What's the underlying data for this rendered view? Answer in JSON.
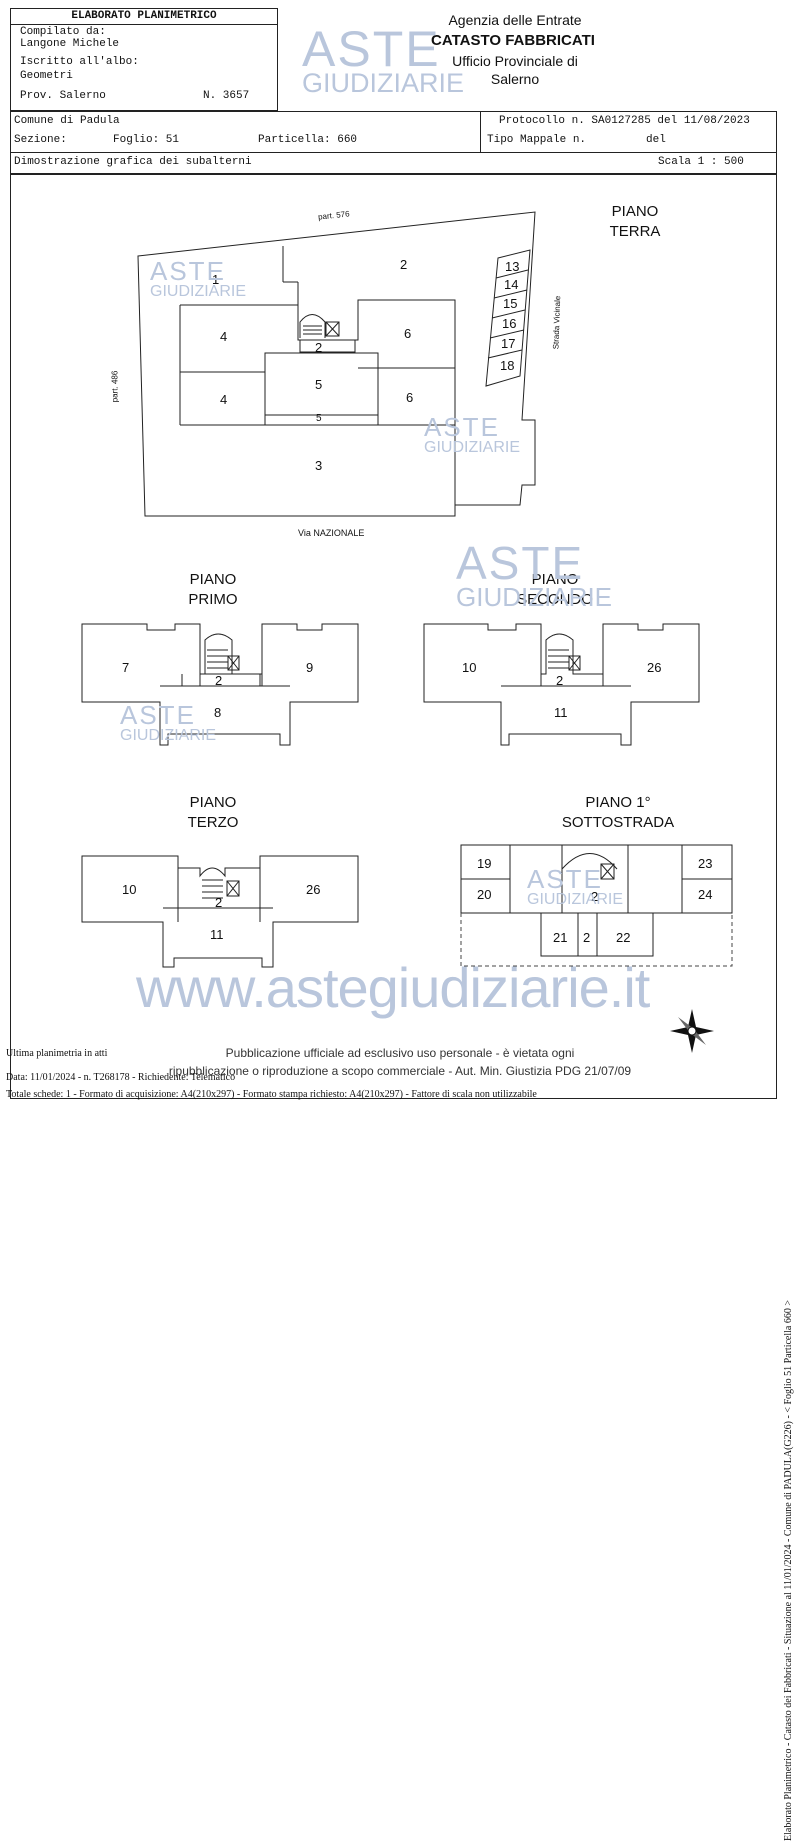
{
  "header": {
    "title": "ELABORATO PLANIMETRICO",
    "compiled_label": "Compilato da:",
    "compiled_name": "Langone Michele",
    "registered_label": "Iscritto all'albo:",
    "registered_value": "Geometri",
    "province": "Prov. Salerno",
    "number": "N. 3657",
    "agency_line1": "Agenzia delle Entrate",
    "agency_line2": "CATASTO FABBRICATI",
    "agency_line3": "Ufficio Provinciale di",
    "agency_line4": "Salerno"
  },
  "info": {
    "comune": "Comune di Padula",
    "protocollo": "Protocollo n. SA0127285 del 11/08/2023",
    "sezione": "Sezione:",
    "foglio": "Foglio: 51",
    "particella": "Particella: 660",
    "tipo_mappale": "Tipo Mappale n.",
    "del": "del",
    "dimostrazione": "Dimostrazione grafica dei subalterni",
    "scala": "Scala 1 : 500"
  },
  "watermark": {
    "aste": "ASTE",
    "giudiziarie": "GIUDIZIARIE",
    "site": "www.astegiudiziarie.it"
  },
  "ground": {
    "title_1": "PIANO",
    "title_2": "TERRA",
    "label_north": "part. 576",
    "label_west": "part. 486",
    "label_east": "Strada Vicinale",
    "label_south": "Via NAZIONALE",
    "units": [
      "1",
      "2",
      "4",
      "6",
      "2",
      "5",
      "4",
      "6",
      "5",
      "3"
    ],
    "garages": [
      "13",
      "14",
      "15",
      "16",
      "17",
      "18"
    ]
  },
  "first": {
    "title_1": "PIANO",
    "title_2": "PRIMO",
    "units": [
      "7",
      "9",
      "2",
      "8"
    ]
  },
  "second": {
    "title_1": "PIANO",
    "title_2": "SECONDO",
    "units": [
      "10",
      "26",
      "2",
      "11"
    ]
  },
  "third": {
    "title_1": "PIANO",
    "title_2": "TERZO",
    "units": [
      "10",
      "26",
      "2",
      "11"
    ]
  },
  "basement": {
    "title_1": "PIANO 1°",
    "title_2": "SOTTOSTRADA",
    "units": [
      "19",
      "20",
      "23",
      "24",
      "2",
      "21",
      "2",
      "22"
    ]
  },
  "footer": {
    "last_plan": "Ultima planimetria in atti",
    "publication_1": "Pubblicazione ufficiale ad esclusivo uso personale - è vietata ogni",
    "publication_2": "ripubblicazione o riproduzione a scopo commerciale - Aut. Min. Giustizia PDG 21/07/09",
    "data_line": "Data: 11/01/2024 - n. T268178 - Richiedente: Telematico",
    "schede_line": "Totale schede: 1 - Formato di acquisizione: A4(210x297)  - Formato stampa richiesto: A4(210x297) - Fattore di scala non utilizzabile",
    "side_text": "Elaborato Planimetrico - Catasto dei Fabbricati - Situazione al 11/01/2024 - Comune di PADULA(G226) - < Foglio 51 Particella 660 >"
  }
}
